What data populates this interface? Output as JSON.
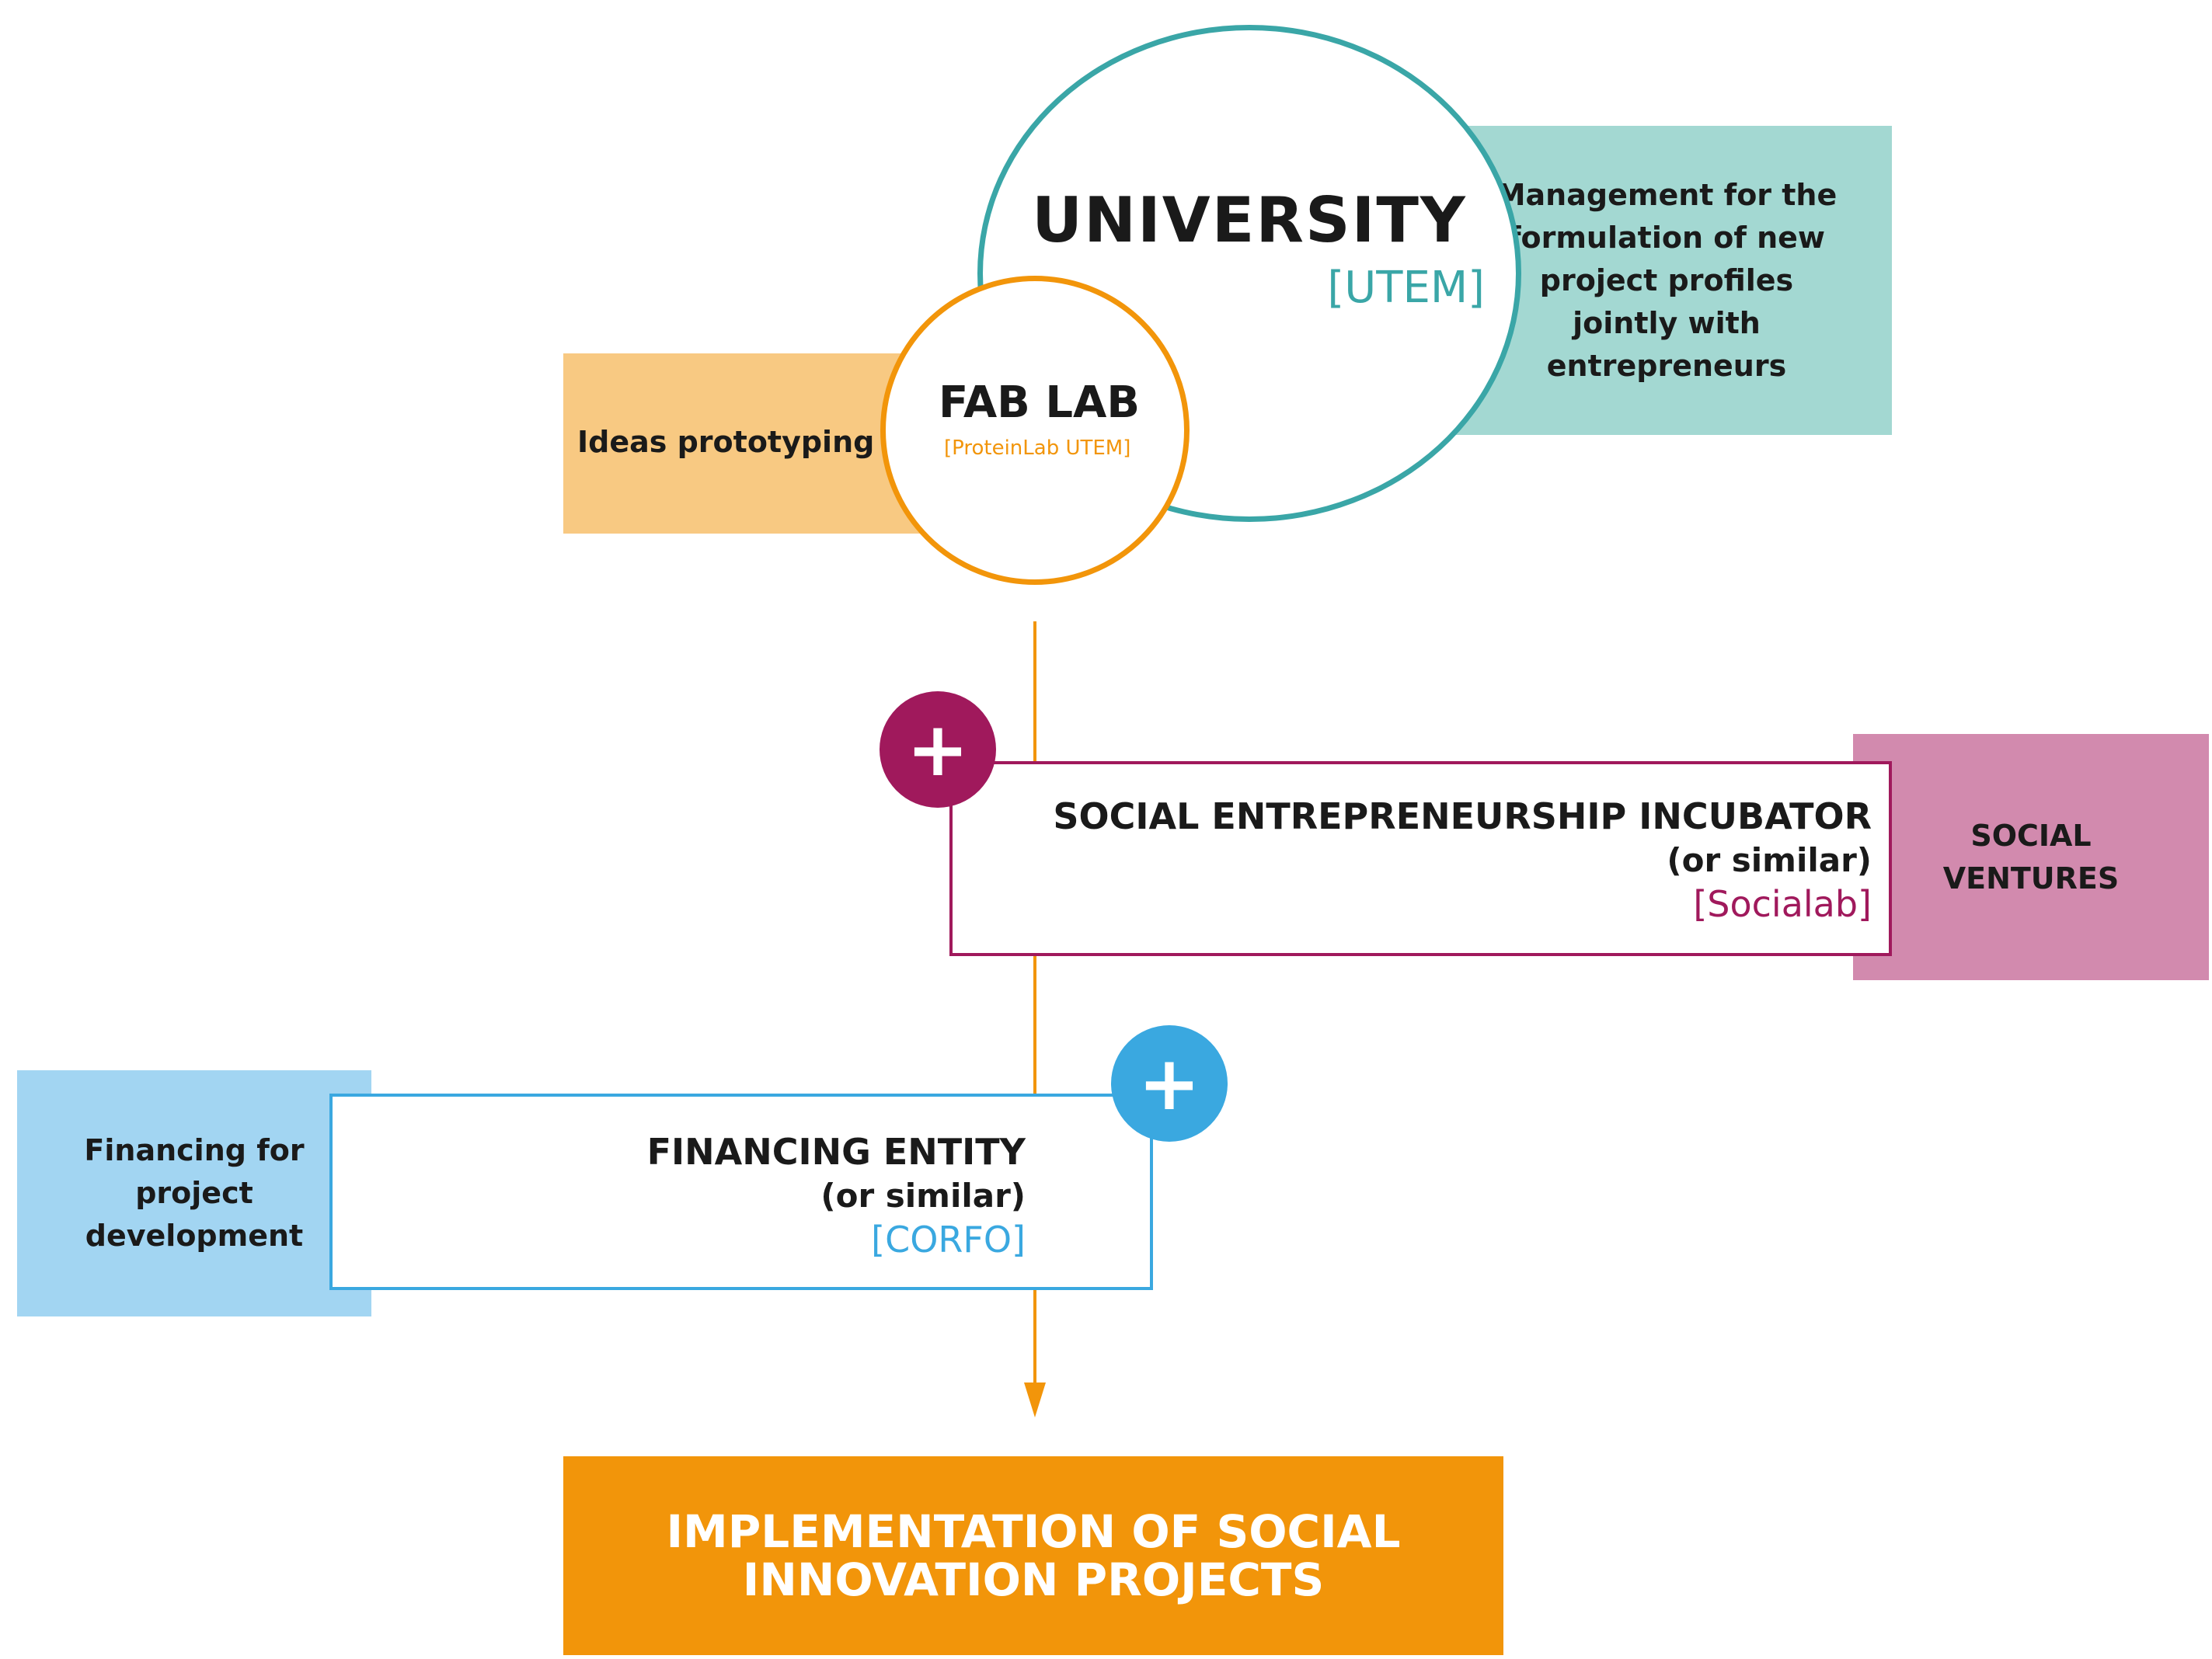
{
  "university": {
    "title": "UNIVERSITY",
    "subtitle": "[UTEM]"
  },
  "management": {
    "lines": [
      "Management for the",
      "formulation of new",
      "project profiles",
      "jointly with",
      "entrepreneurs"
    ]
  },
  "fablab": {
    "title": "FAB LAB",
    "subtitle": "[ProteinLab UTEM]"
  },
  "ideas": {
    "label": "Ideas prototyping"
  },
  "incubator": {
    "title": "SOCIAL ENTREPRENEURSHIP INCUBATOR",
    "qualifier": "(or similar)",
    "subtitle": "[Socialab]"
  },
  "social_ventures": {
    "lines": [
      "SOCIAL",
      "VENTURES"
    ]
  },
  "financing": {
    "title": "FINANCING ENTITY",
    "qualifier": "(or similar)",
    "subtitle": "[CORFO]"
  },
  "financing_note": {
    "lines": [
      "Financing for",
      "project",
      "development"
    ]
  },
  "implementation": {
    "lines": [
      "IMPLEMENTATION OF SOCIAL",
      "INNOVATION PROJECTS"
    ]
  },
  "plus_symbol": "+",
  "colors": {
    "teal": "#3aa6a7",
    "teal_fill": "#a3d8d2",
    "orange": "#f2950a",
    "peach_fill": "#f8c982",
    "magenta": "#a0195c",
    "pink_fill": "#d28aae",
    "blue": "#3aa8e0",
    "blue_fill": "#a2d5f2"
  }
}
